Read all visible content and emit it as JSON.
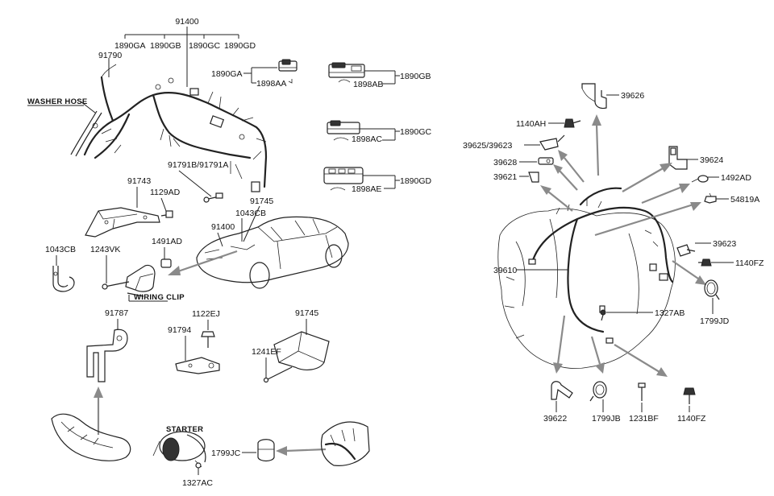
{
  "labels": {
    "p91400_top": "91400",
    "p1890GA": "1890GA",
    "p1890GB": "1890GB",
    "p1890GC": "1890GC",
    "p1890GD": "1890GD",
    "p91790": "91790",
    "washer_hose": "WASHER HOSE",
    "p1890GA_conn": "1890GA",
    "p1898AA": "1898AA",
    "p1898AB": "1898AB",
    "p1890GB_conn": "1890GB",
    "p1898AC": "1898AC",
    "p1890GC_conn": "1890GC",
    "p1898AE": "1898AE",
    "p1890GD_conn": "1890GD",
    "p91791": "91791B/91791A",
    "p91743": "91743",
    "p1129AD": "1129AD",
    "p91745_top": "91745",
    "p1043CB_car": "1043CB",
    "p91400_car": "91400",
    "p1043CB_left": "1043CB",
    "p1243VK": "1243VK",
    "p1491AD": "1491AD",
    "wiring_clip": "WIRING CLIP",
    "p91787": "91787",
    "p1122EJ": "1122EJ",
    "p91794": "91794",
    "p91745_bot": "91745",
    "p1241EF": "1241EF",
    "starter": "STARTER",
    "p1799JC": "1799JC",
    "p1327AC": "1327AC",
    "p39626": "39626",
    "p1140AH": "1140AH",
    "p39625": "39625/39623",
    "p39624": "39624",
    "p39628": "39628",
    "p1492AD": "1492AD",
    "p39621": "39621",
    "p54819A": "54819A",
    "p39623": "39623",
    "p39610": "39610",
    "p1140FZ_r": "1140FZ",
    "p1327AB": "1327AB",
    "p1799JD": "1799JD",
    "p39622": "39622",
    "p1799JB": "1799JB",
    "p1231BF": "1231BF",
    "p1140FZ_b": "1140FZ"
  }
}
